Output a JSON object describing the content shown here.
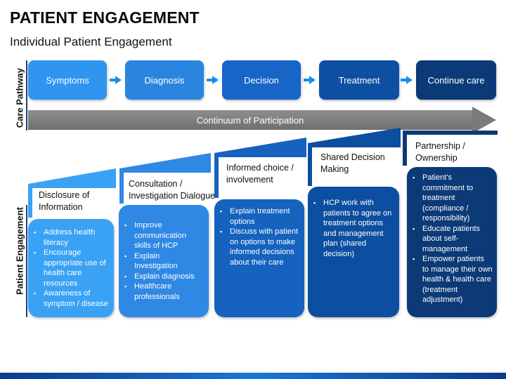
{
  "title": "PATIENT ENGAGEMENT",
  "subtitle": "Individual Patient Engagement",
  "care_pathway": {
    "label": "Care Pathway",
    "stages": [
      "Symptoms",
      "Diagnosis",
      "Decision",
      "Treatment",
      "Continue care"
    ],
    "continuum": "Continuum of Participation"
  },
  "patient_engagement": {
    "label": "Patient Engagement",
    "steps": [
      {
        "name": "Disclosure of Information",
        "items": [
          "Address health literacy",
          "Encourage appropriate use of health care resources",
          "Awareness of symptom / disease"
        ]
      },
      {
        "name": "Consultation / Investigation Dialogue",
        "items": [
          "Improve communication skills of HCP",
          "Explain Investigation",
          "Explain diagnosis",
          "Healthcare professionals"
        ]
      },
      {
        "name": "Informed choice / involvement",
        "items": [
          "Explain treatment options",
          "Discuss with patient on options to make informed decisions about their care"
        ]
      },
      {
        "name": "Shared Decision Making",
        "items": [
          "HCP work with patients to agree on treatment options and management plan (shared decision)"
        ]
      },
      {
        "name": "Partnership / Ownership",
        "items": [
          "Patient’s commitment to treatment (compliance / responsibility)",
          "Educate patients about self-management",
          "Empower patients to manage their own health & health care (treatment adjustment)"
        ]
      }
    ]
  },
  "colors": {
    "stage_fills": [
      "#2f95ef",
      "#2a85e0",
      "#1765c6",
      "#0d4fa3",
      "#0a3a78"
    ],
    "box_fills": [
      "#3aa2f4",
      "#2e88e4",
      "#1562bf",
      "#0c4e9f",
      "#0b3a77"
    ],
    "arrow": "#1a8fe8",
    "continuum": "#7a7a7a"
  }
}
